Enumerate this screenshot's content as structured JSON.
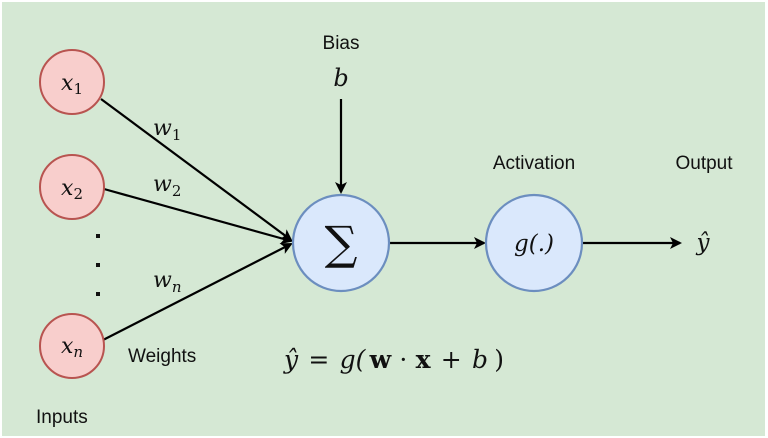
{
  "colors": {
    "background": "#d5e8d4",
    "input_fill": "#f8cecc",
    "input_stroke": "#b85450",
    "node_fill": "#dae8fc",
    "node_stroke": "#6c8ebf",
    "edge": "#000000"
  },
  "labels": {
    "bias": "Bias",
    "activation": "Activation",
    "output": "Output",
    "weights": "Weights",
    "inputs": "Inputs"
  },
  "inputs": [
    {
      "var": "x",
      "sub": "1"
    },
    {
      "var": "x",
      "sub": "2"
    },
    {
      "var": "x",
      "sub": "n"
    }
  ],
  "weights": [
    {
      "var": "w",
      "sub": "1"
    },
    {
      "var": "w",
      "sub": "2"
    },
    {
      "var": "w",
      "sub": "n"
    }
  ],
  "ellipsis": "⋮",
  "bias_symbol": "b",
  "sum_symbol": "∑",
  "activation_symbol": "g(.)",
  "output_symbol": "ŷ",
  "equation": {
    "lhs": "ŷ",
    "eq": "=",
    "g": "g(",
    "w": "w",
    "dot": "·",
    "x": "x",
    "plus": "+",
    "b": "b",
    "close": ")"
  }
}
